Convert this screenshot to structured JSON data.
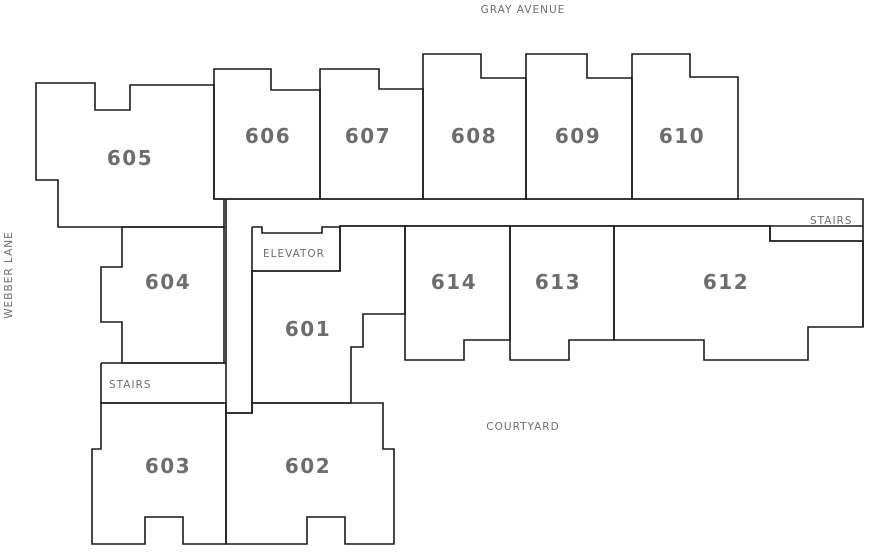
{
  "streets": {
    "north": "GRAY AVENUE",
    "west": "WEBBER LANE"
  },
  "areas": {
    "courtyard": "COURTYARD",
    "elevator": "ELEVATOR",
    "stairs_east": "STAIRS",
    "stairs_west": "STAIRS"
  },
  "units": {
    "u601": "601",
    "u602": "602",
    "u603": "603",
    "u604": "604",
    "u605": "605",
    "u606": "606",
    "u607": "607",
    "u608": "608",
    "u609": "609",
    "u610": "610",
    "u612": "612",
    "u613": "613",
    "u614": "614"
  }
}
